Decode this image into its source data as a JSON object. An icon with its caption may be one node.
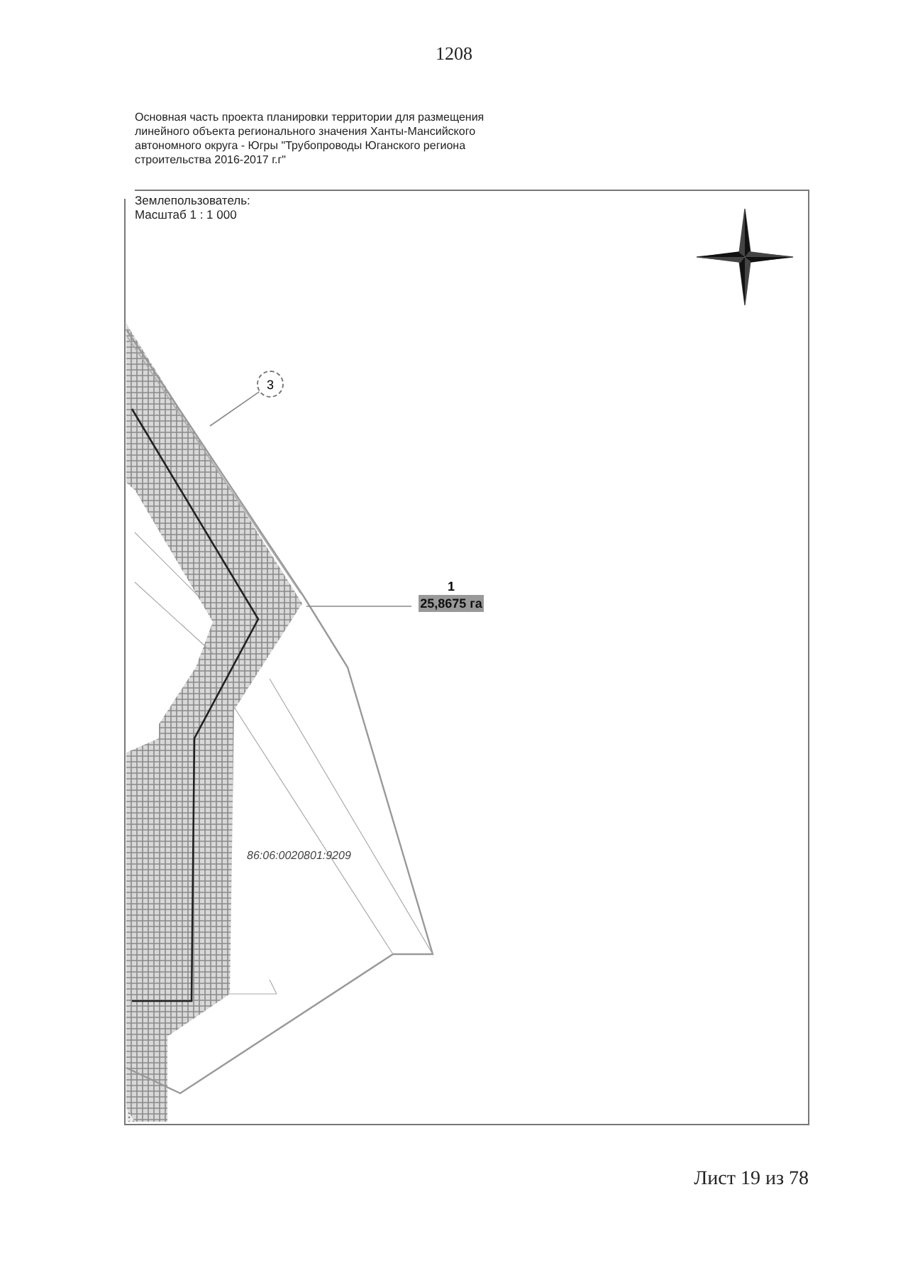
{
  "diagram": {
    "title": "Основная часть проекта планировки территории для размещения линейного объекта регионального значения Ханты-Мансийского автономного округа - Югры \"Трубопроводы Юганского региона строительства 2016-2017 г.г\"",
    "nodes": [
      {
        "text": [
          "3"
        ]
      },
      {
        "text": [
          "1",
          "25,8675 га"
        ]
      }
    ],
    "edges": [
      {
        "from": 0,
        "to": null,
        "arrow": "none"
      },
      {
        "from": 1,
        "to": null,
        "arrow": "none"
      }
    ],
    "labels": [
      "1208",
      "Землепользователь:",
      "Масштаб 1 : 1 000",
      "86:06:0020801:9209",
      "Лист 19 из 78"
    ]
  }
}
